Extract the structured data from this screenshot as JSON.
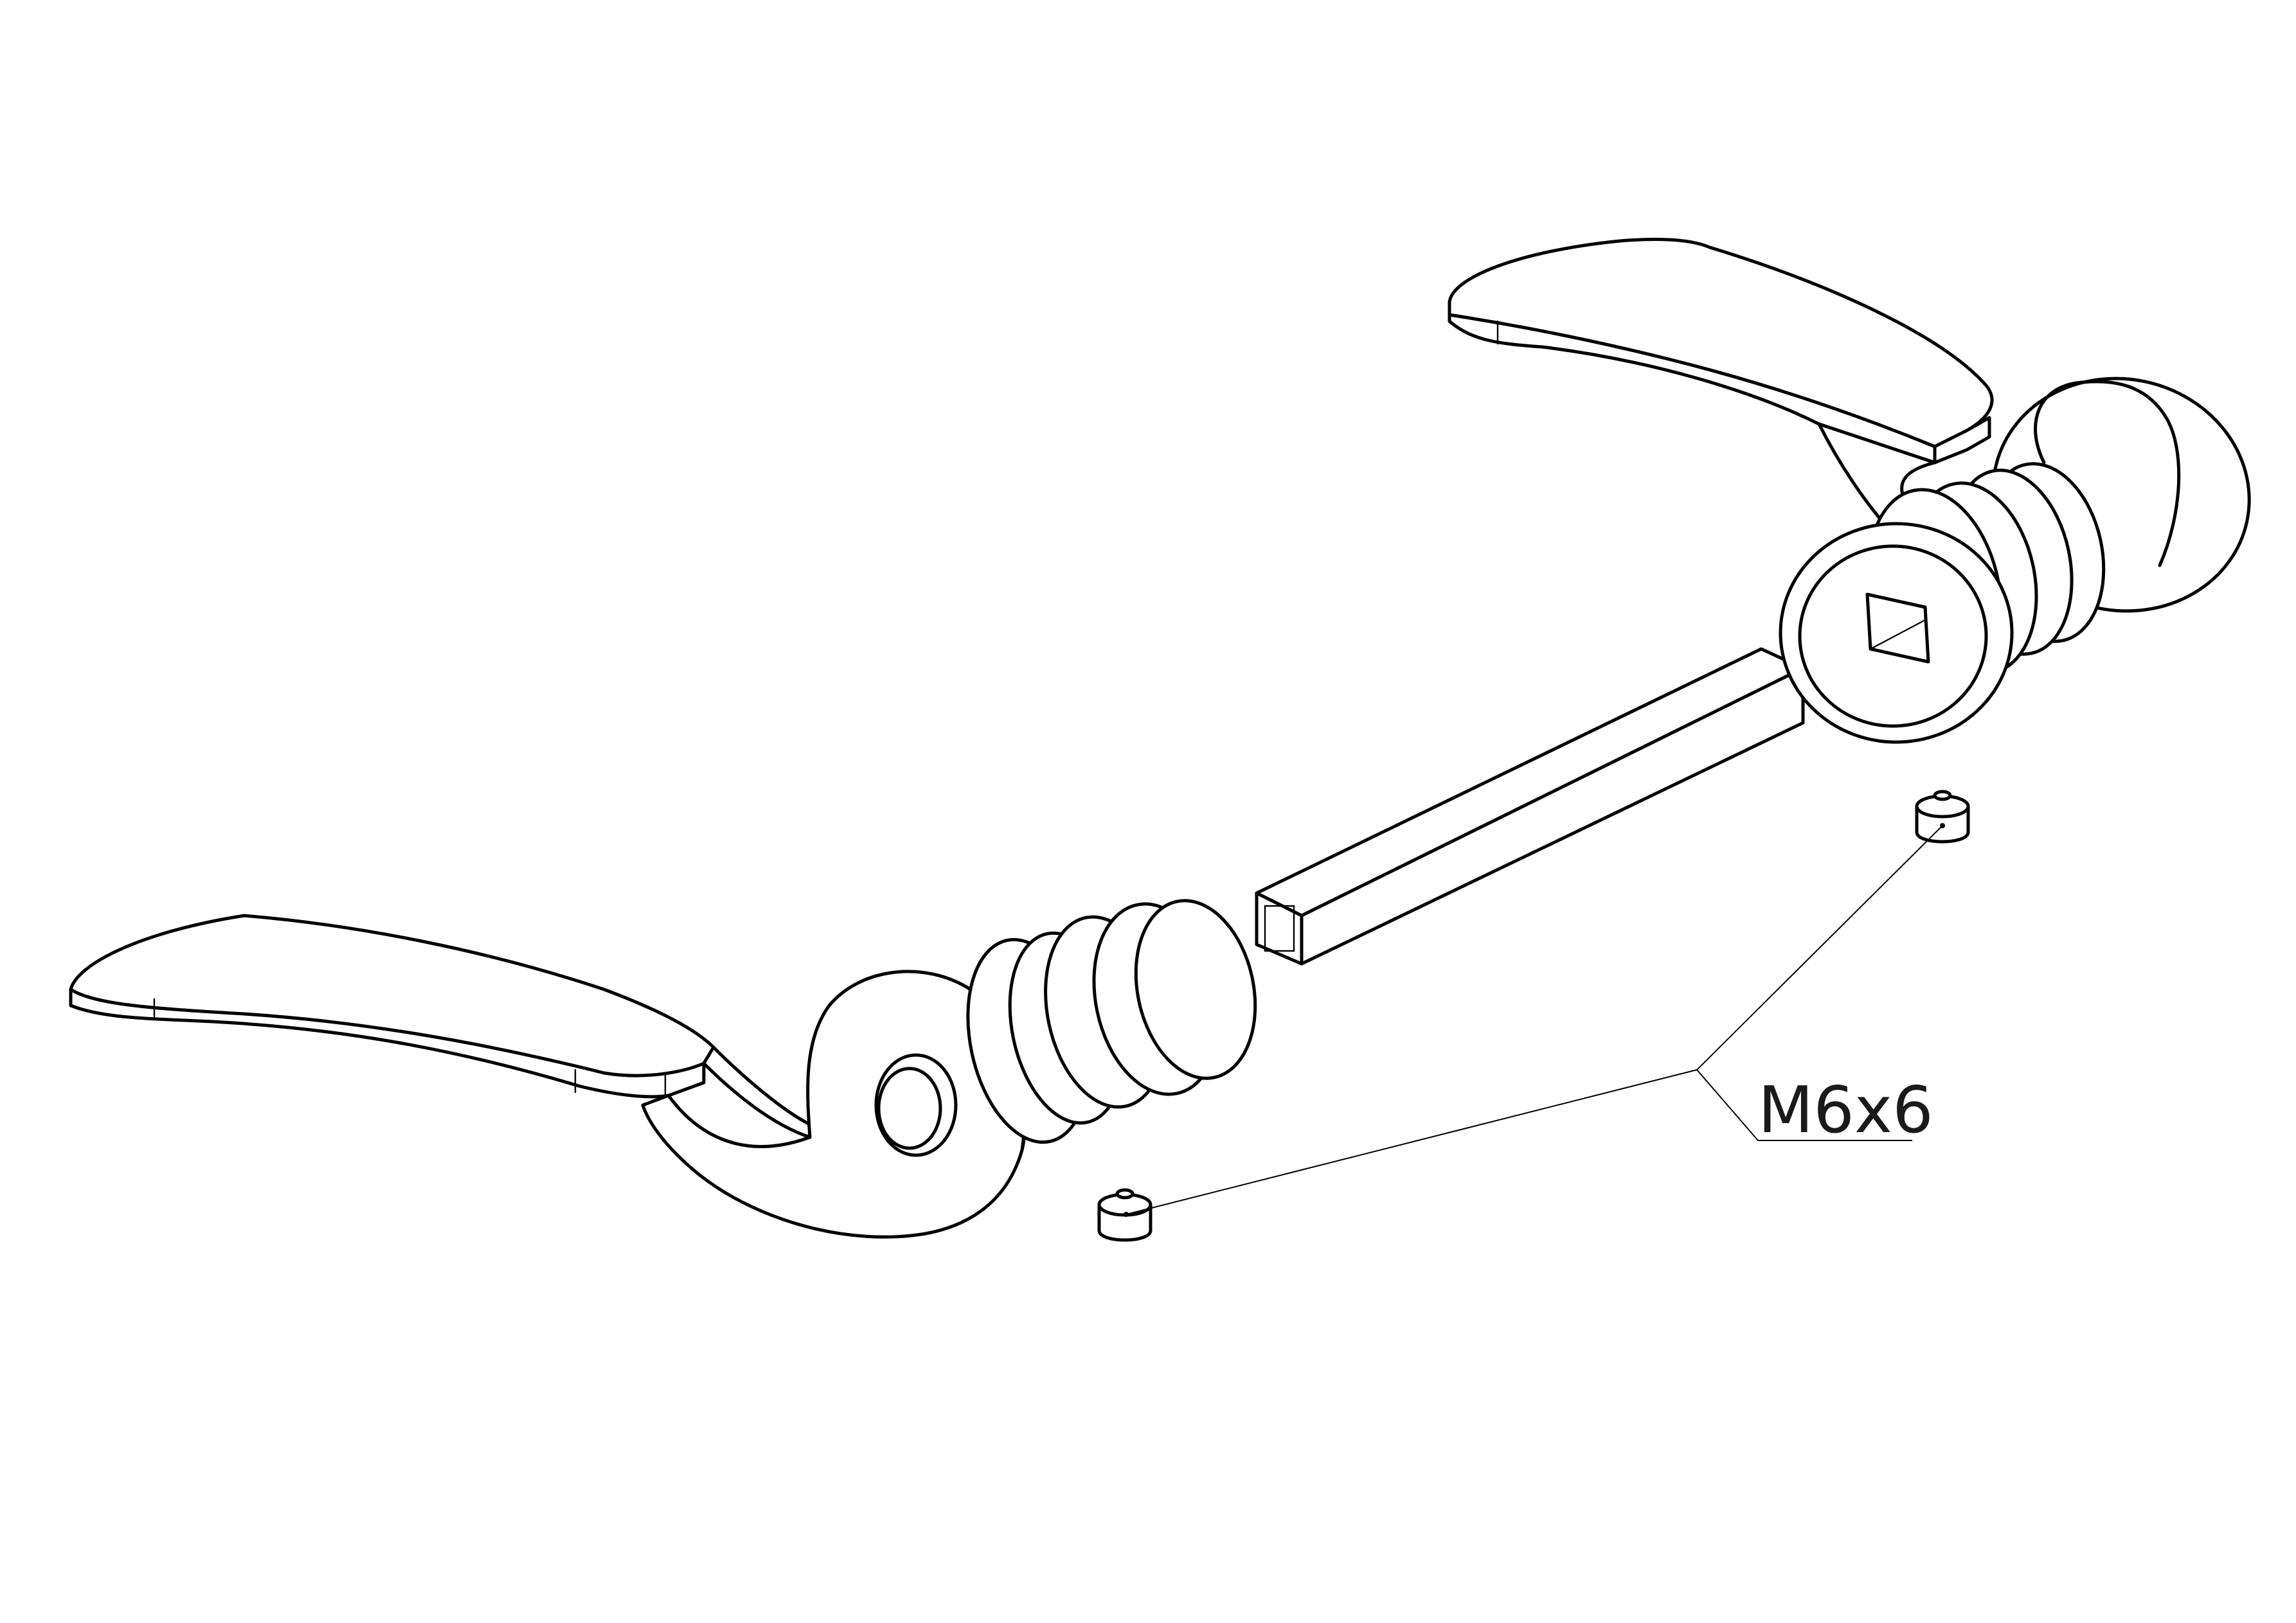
{
  "diagram": {
    "type": "exploded-assembly-line-drawing",
    "background_color": "#ffffff",
    "line_color": "#000000",
    "parts": [
      {
        "name": "left-lever-handle"
      },
      {
        "name": "right-lever-handle"
      },
      {
        "name": "square-spindle"
      },
      {
        "name": "set-screw-left"
      },
      {
        "name": "set-screw-right"
      }
    ],
    "callout": {
      "label": "M6x6",
      "refers_to": [
        "set-screw-left",
        "set-screw-right"
      ]
    }
  }
}
